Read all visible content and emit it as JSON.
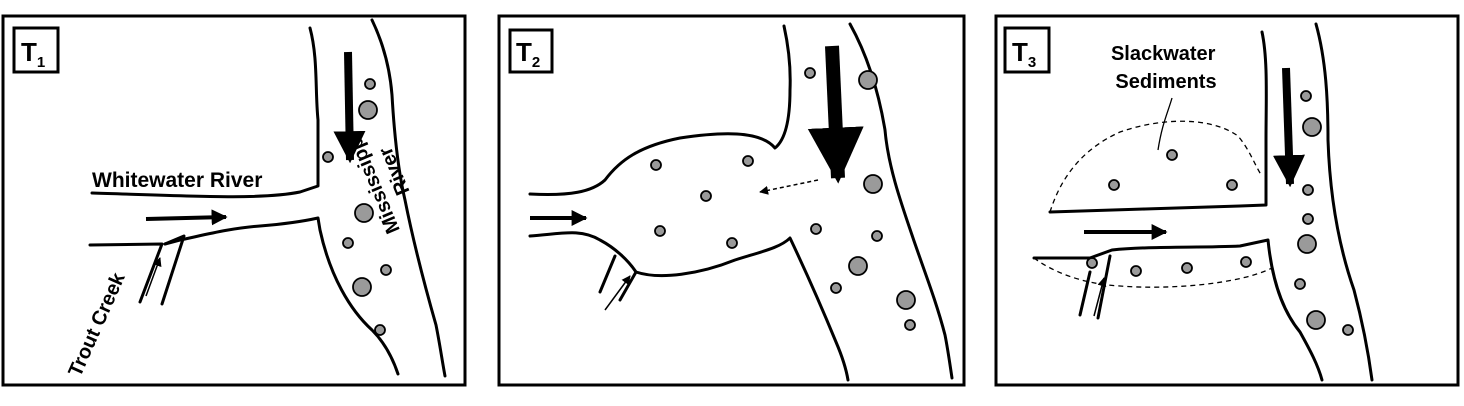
{
  "panels": [
    {
      "tag": "T",
      "tag_sub": "1",
      "labels": {
        "main_river": "Whitewater River",
        "tributary": "Trout Creek",
        "mississippi_line1": "Mississippi",
        "mississippi_line2": "River"
      }
    },
    {
      "tag": "T",
      "tag_sub": "2"
    },
    {
      "tag": "T",
      "tag_sub": "3",
      "labels": {
        "sediment_line1": "Slackwater",
        "sediment_line2": "Sediments"
      }
    }
  ],
  "colors": {
    "ink": "#000000",
    "sediment_fill": "#9a9a9a",
    "background": "#ffffff"
  }
}
